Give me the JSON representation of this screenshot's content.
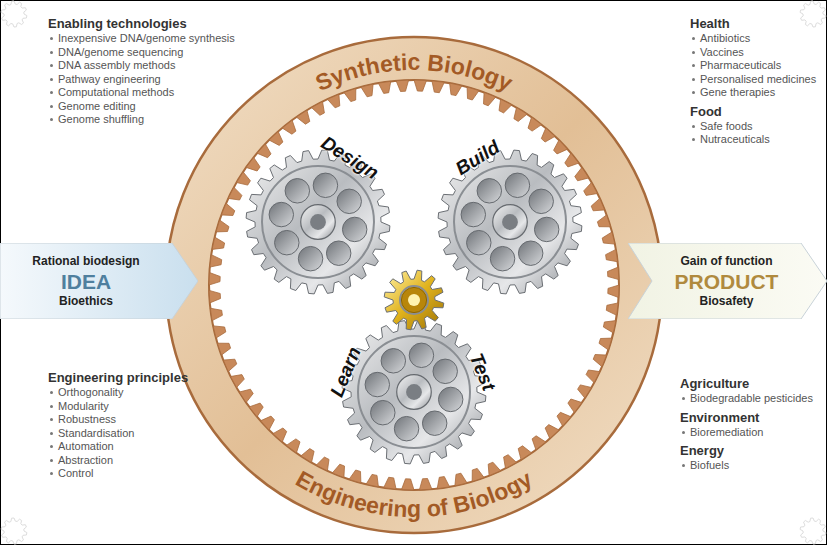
{
  "diagram": {
    "title": "Synthetic Biology",
    "nodes": [
      {
        "text": [
          "Rational biodesign",
          "IDEA",
          "Bioethics"
        ]
      },
      {
        "text": [
          "Gain of function",
          "PRODUCT",
          "Biosafety"
        ]
      }
    ],
    "labels": [
      "Engineering of Biology",
      "Design",
      "Build",
      "Learn",
      "Test",
      "Enabling technologies",
      "Inexpensive DNA/genome synthesis",
      "DNA/genome sequencing",
      "DNA assembly methods",
      "Pathway engineering",
      "Computational methods",
      "Genome editing",
      "Genome shuffling",
      "Engineering principles",
      "Orthogonality",
      "Modularity",
      "Robustness",
      "Standardisation",
      "Automation",
      "Abstraction",
      "Control",
      "Health",
      "Antibiotics",
      "Vaccines",
      "Pharmaceuticals",
      "Personalised medicines",
      "Gene therapies",
      "Food",
      "Safe foods",
      "Nutraceuticals",
      "Agriculture",
      "Biodegradable pesticides",
      "Environment",
      "Bioremediation",
      "Energy",
      "Biofuels"
    ]
  }
}
